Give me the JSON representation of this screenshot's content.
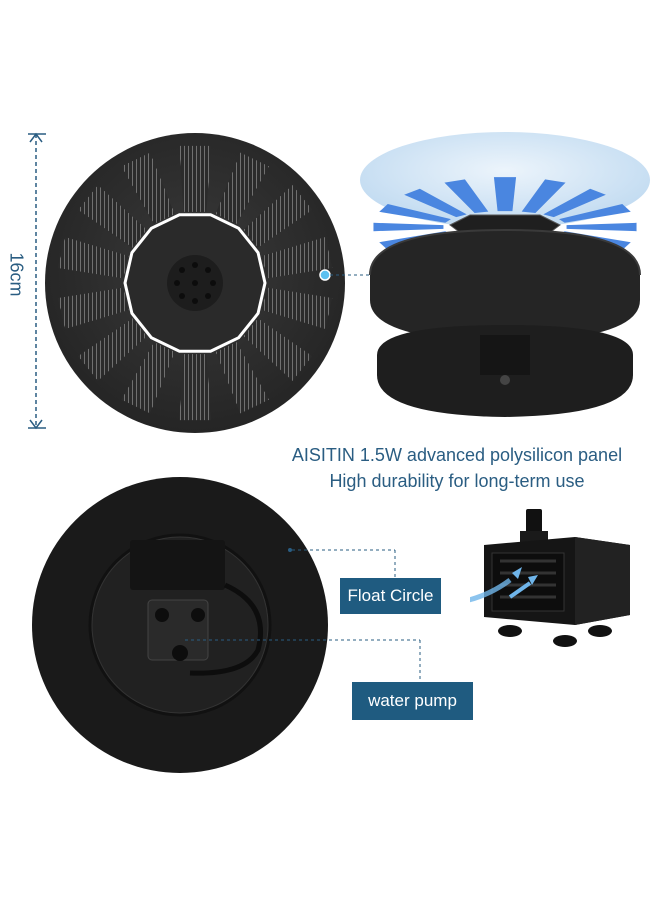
{
  "dimension": {
    "label": "16cm"
  },
  "caption": {
    "line1": "AISITIN 1.5W advanced polysilicon panel",
    "line2": "High durability for long-term use"
  },
  "callouts": {
    "float_circle": "Float Circle",
    "water_pump": "water pump"
  },
  "colors": {
    "accent": "#1f5b80",
    "text_blue": "#2a5d82",
    "panel_dark": "#2a2a2a",
    "cell_blue": "#4a86e0"
  }
}
